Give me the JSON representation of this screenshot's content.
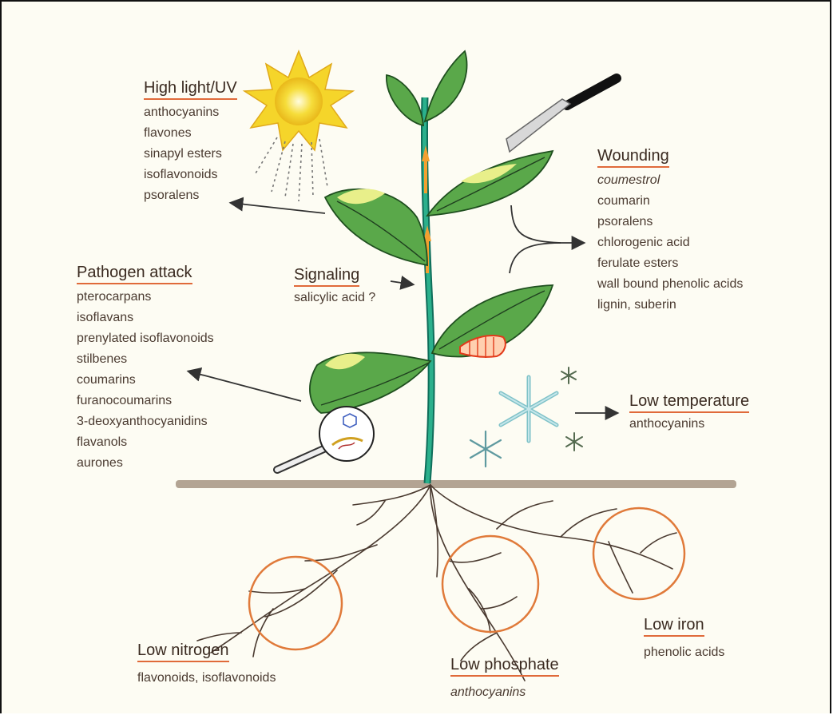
{
  "groups": {
    "high_light": {
      "title": "High light/UV",
      "items": [
        "anthocyanins",
        "flavones",
        "sinapyl esters",
        "isoflavonoids",
        "psoralens"
      ]
    },
    "pathogen": {
      "title": "Pathogen attack",
      "items": [
        "pterocarpans",
        "isoflavans",
        "prenylated isoflavonoids",
        "stilbenes",
        "coumarins",
        "furanocoumarins",
        "3-deoxyanthocyanidins",
        "flavanols",
        "aurones"
      ]
    },
    "signaling": {
      "title": "Signaling",
      "items": [
        "salicylic acid ?"
      ]
    },
    "wounding": {
      "title": "Wounding",
      "items": [
        "coumestrol",
        "coumarin",
        "psoralens",
        "chlorogenic acid",
        "ferulate esters",
        "wall bound phenolic acids",
        "lignin, suberin"
      ]
    },
    "low_temperature": {
      "title": "Low temperature",
      "items": [
        "anthocyanins"
      ]
    },
    "low_nitrogen": {
      "title": "Low nitrogen",
      "items": [
        "flavonoids, isoflavonoids"
      ]
    },
    "low_phosphate": {
      "title": "Low phosphate",
      "items": [
        "anthocyanins"
      ]
    },
    "low_iron": {
      "title": "Low iron",
      "items": [
        "phenolic acids"
      ]
    }
  },
  "colors": {
    "leaf": "#5aa84a",
    "leaf_highlight": "#e8ef8a",
    "stem": "#1f9a7a",
    "soil": "#b3a493",
    "root": "#4a3a30",
    "circle": "#e07a3a",
    "sun": "#f2d21a",
    "heading_underline": "#e06a3a"
  }
}
